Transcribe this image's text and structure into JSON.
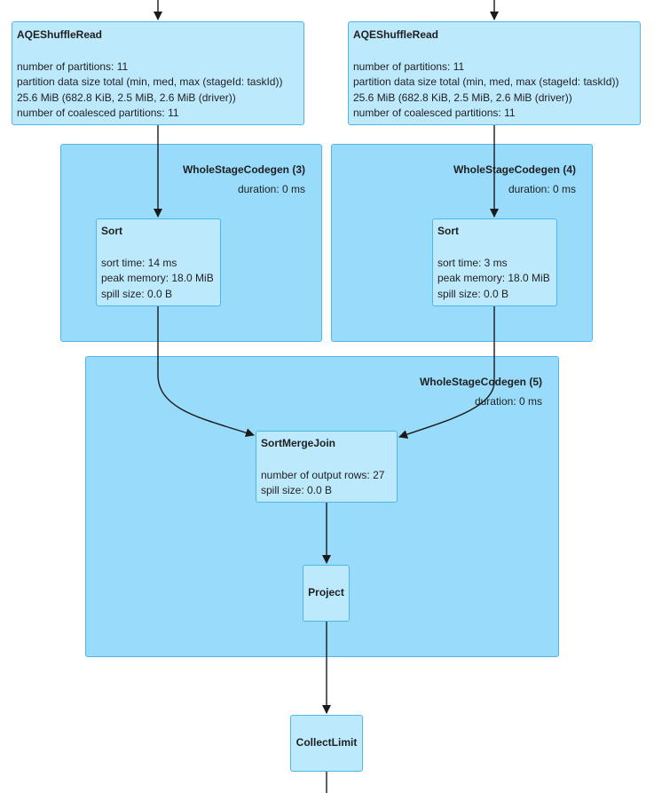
{
  "clusters": [
    {
      "title": "WholeStageCodegen (3)",
      "duration": "duration: 0 ms"
    },
    {
      "title": "WholeStageCodegen (4)",
      "duration": "duration: 0 ms"
    },
    {
      "title": "WholeStageCodegen (5)",
      "duration": "duration: 0 ms"
    }
  ],
  "nodes": {
    "shuffle_left": {
      "title": "AQEShuffleRead",
      "lines": [
        "number of partitions: 11",
        "partition data size total (min, med, max (stageId: taskId))",
        "25.6 MiB (682.8 KiB, 2.5 MiB, 2.6 MiB (driver))",
        "number of coalesced partitions: 11"
      ]
    },
    "shuffle_right": {
      "title": "AQEShuffleRead",
      "lines": [
        "number of partitions: 11",
        "partition data size total (min, med, max (stageId: taskId))",
        "25.6 MiB (682.8 KiB, 2.5 MiB, 2.6 MiB (driver))",
        "number of coalesced partitions: 11"
      ]
    },
    "sort_left": {
      "title": "Sort",
      "lines": [
        "sort time: 14 ms",
        "peak memory: 18.0 MiB",
        "spill size: 0.0 B"
      ]
    },
    "sort_right": {
      "title": "Sort",
      "lines": [
        "sort time: 3 ms",
        "peak memory: 18.0 MiB",
        "spill size: 0.0 B"
      ]
    },
    "smj": {
      "title": "SortMergeJoin",
      "lines": [
        "number of output rows: 27",
        "spill size: 0.0 B"
      ]
    },
    "project": {
      "title": "Project"
    },
    "collect": {
      "title": "CollectLimit"
    }
  }
}
